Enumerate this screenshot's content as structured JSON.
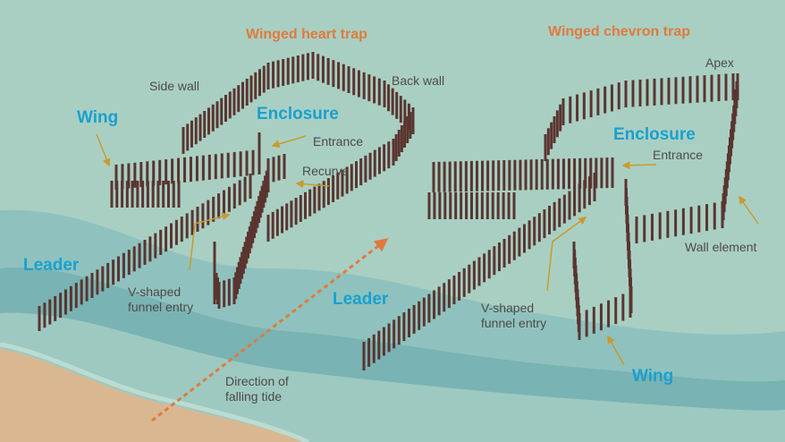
{
  "colors": {
    "water": "#a9cfc3",
    "wave_dark": "#7fb8b8",
    "sand": "#d9b891",
    "post": "#5a3530",
    "pointer": "#c99a2e",
    "arrow": "#e07a3c",
    "label_blue": "#1aa0cf",
    "title_orange": "#e07a3c"
  },
  "heart_trap": {
    "title": "Winged heart trap",
    "side_wall": "Side wall",
    "back_wall": "Back wall",
    "wing": "Wing",
    "enclosure": "Enclosure",
    "entrance": "Entrance",
    "recurve": "Recurve",
    "leader": "Leader",
    "funnel_line1": "V-shaped",
    "funnel_line2": "funnel entry"
  },
  "chevron_trap": {
    "title": "Winged chevron trap",
    "apex": "Apex",
    "enclosure": "Enclosure",
    "entrance": "Entrance",
    "wall_element": "Wall element",
    "leader": "Leader",
    "funnel_line1": "V-shaped",
    "funnel_line2": "funnel entry",
    "wing": "Wing"
  },
  "tide": {
    "line1": "Direction of",
    "line2": "falling tide"
  }
}
